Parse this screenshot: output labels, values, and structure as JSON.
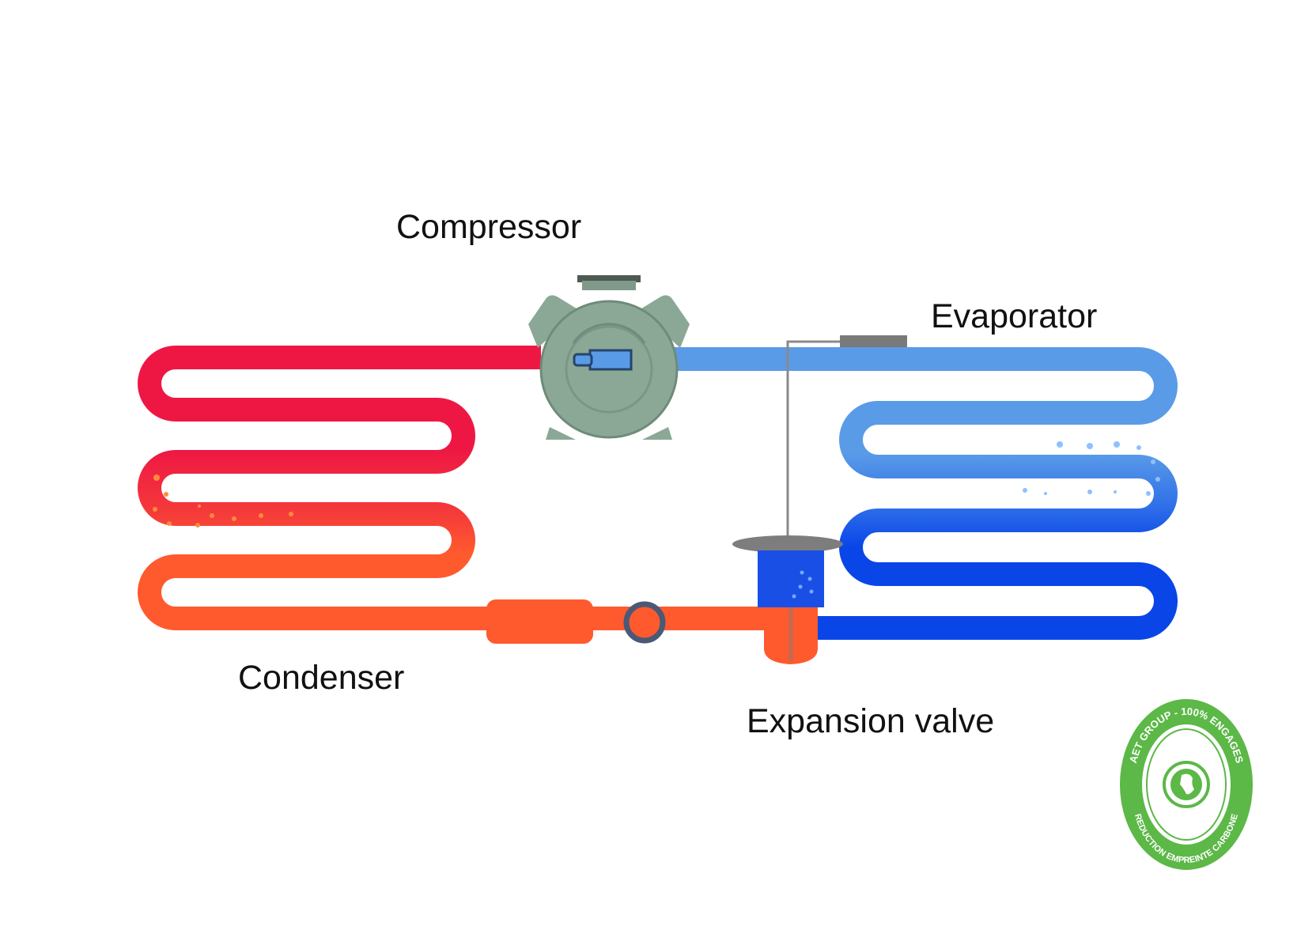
{
  "labels": {
    "compressor": "Compressor",
    "evaporator": "Evaporator",
    "condenser": "Condenser",
    "expansion_valve": "Expansion valve"
  },
  "logo": {
    "top_text": "AET GROUP - 100% ENGAGES",
    "bottom_text": "REDUCTION EMPREINTE CARBONE"
  },
  "colors": {
    "hot_pipe": "#ee1744",
    "warm_pipe": "#ff5a2e",
    "cold_pipe_light": "#5a9be8",
    "cold_pipe_dark": "#0a45e8",
    "compressor_body": "#8ba897",
    "logo_green": "#5cb847"
  }
}
